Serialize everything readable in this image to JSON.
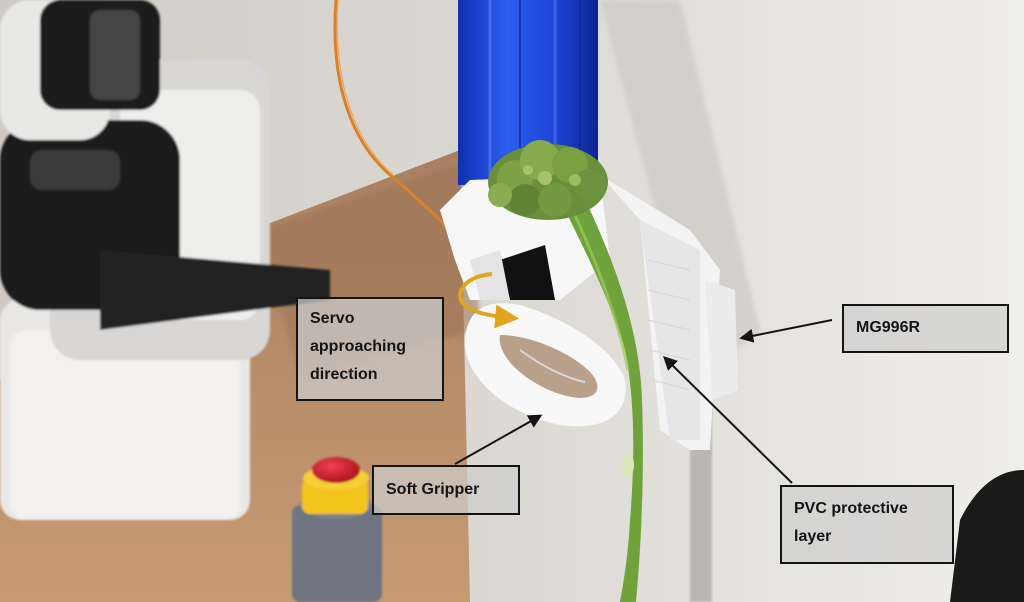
{
  "photo": {
    "subject": "Soft gripper holding broccoli mounted on a robot arm",
    "colors": {
      "wall": "#ecebe8",
      "table": "#b98c67",
      "arm_tube": "#1f46d8",
      "gripper": "#f6f6f6",
      "stem": "#6fa23a",
      "arrow": "#e0a51c",
      "label_fill": "#cdcdcd",
      "label_border": "#141414"
    }
  },
  "labels": {
    "servo_direction": [
      "Servo",
      "approaching",
      "direction"
    ],
    "soft_gripper": [
      "Soft Gripper"
    ],
    "mg996r": [
      "MG996R"
    ],
    "pvc_layer": [
      "PVC protective",
      "layer"
    ]
  }
}
